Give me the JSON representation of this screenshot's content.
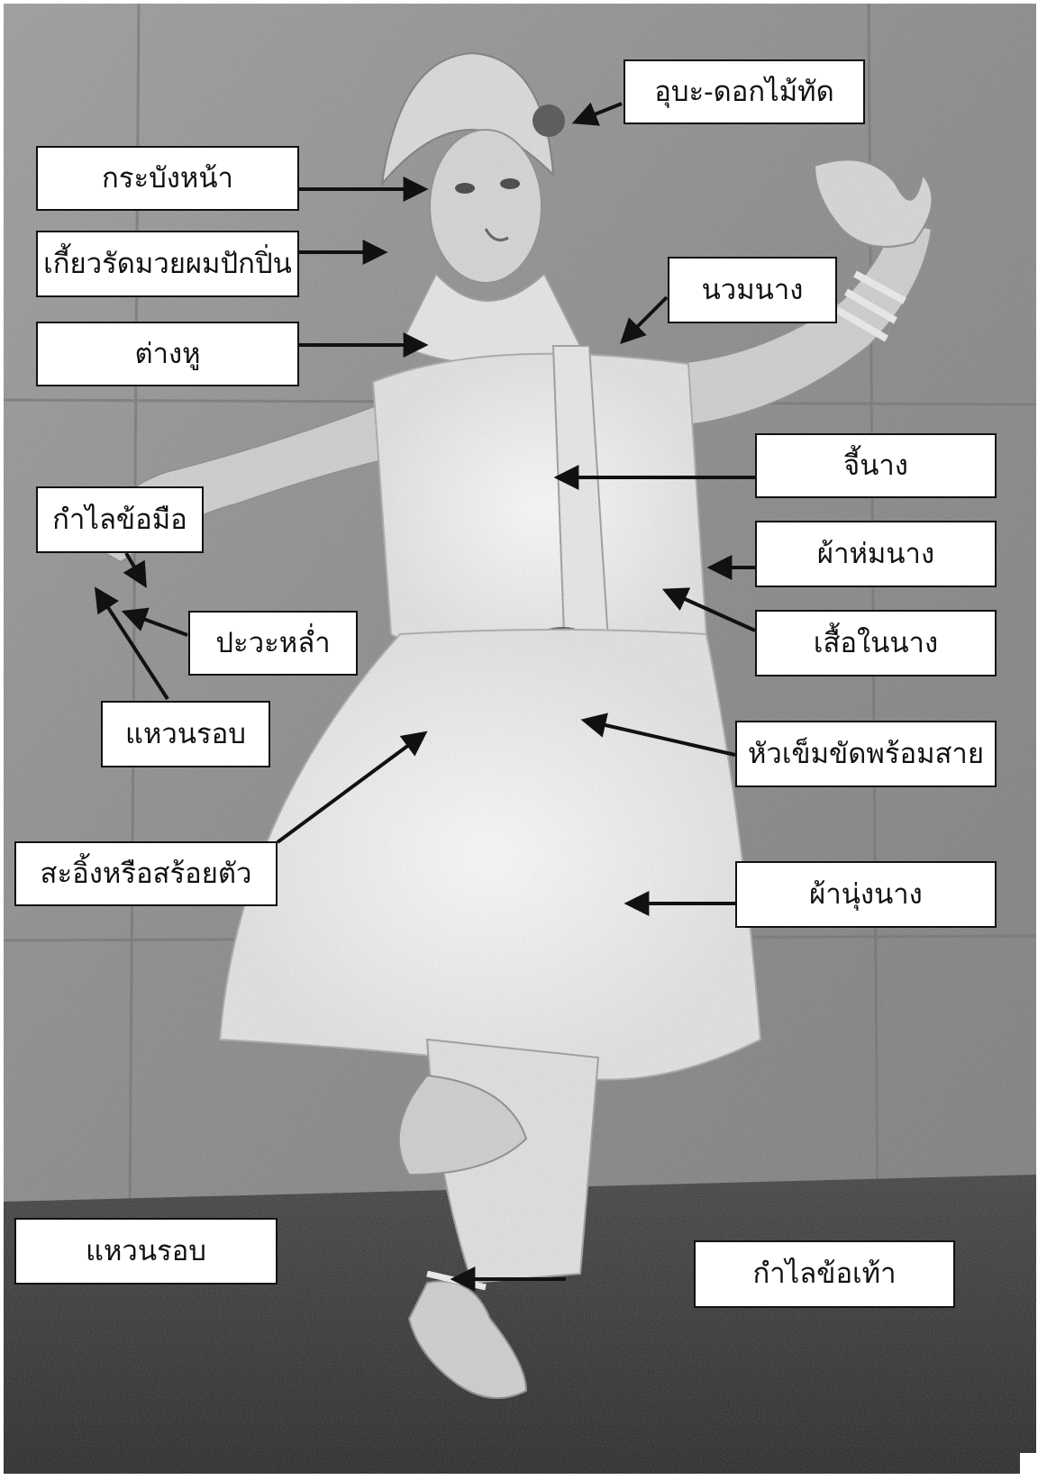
{
  "figure": {
    "labels": {
      "uba_flower": "อุบะ-ดอกไม้ทัด",
      "krabang_na": "กระบังหน้า",
      "kiao_rat": "เกี้ยวรัดมวยผมปักปิ่น",
      "tang_hu": "ต่างหู",
      "nuam_nang": "นวมนาง",
      "chi_nang": "จี้นาง",
      "kamlai_khomue": "กำไลข้อมือ",
      "pha_hom_nang": "ผ้าห่มนาง",
      "prawalam": "ปะวะหล่ำ",
      "suea_nai_nang": "เสื้อในนาง",
      "waen_rop_hand": "แหวนรอบ",
      "hua_khem_khat": "หัวเข็มขัดพร้อมสาย",
      "sa_ing": "สะอิ้งหรือสร้อยตัว",
      "pha_nung_nang": "ผ้านุ่งนาง",
      "waen_rop_foot": "แหวนรอบ",
      "kamlai_khotao": "กำไลข้อเท้า"
    }
  },
  "colors": {
    "label_bg": "#ffffff",
    "label_border": "#111111",
    "arrow": "#111111",
    "photo_wall": "#8c8c8c",
    "photo_floor": "#2e2e2e",
    "costume": "#f2f2f2"
  }
}
